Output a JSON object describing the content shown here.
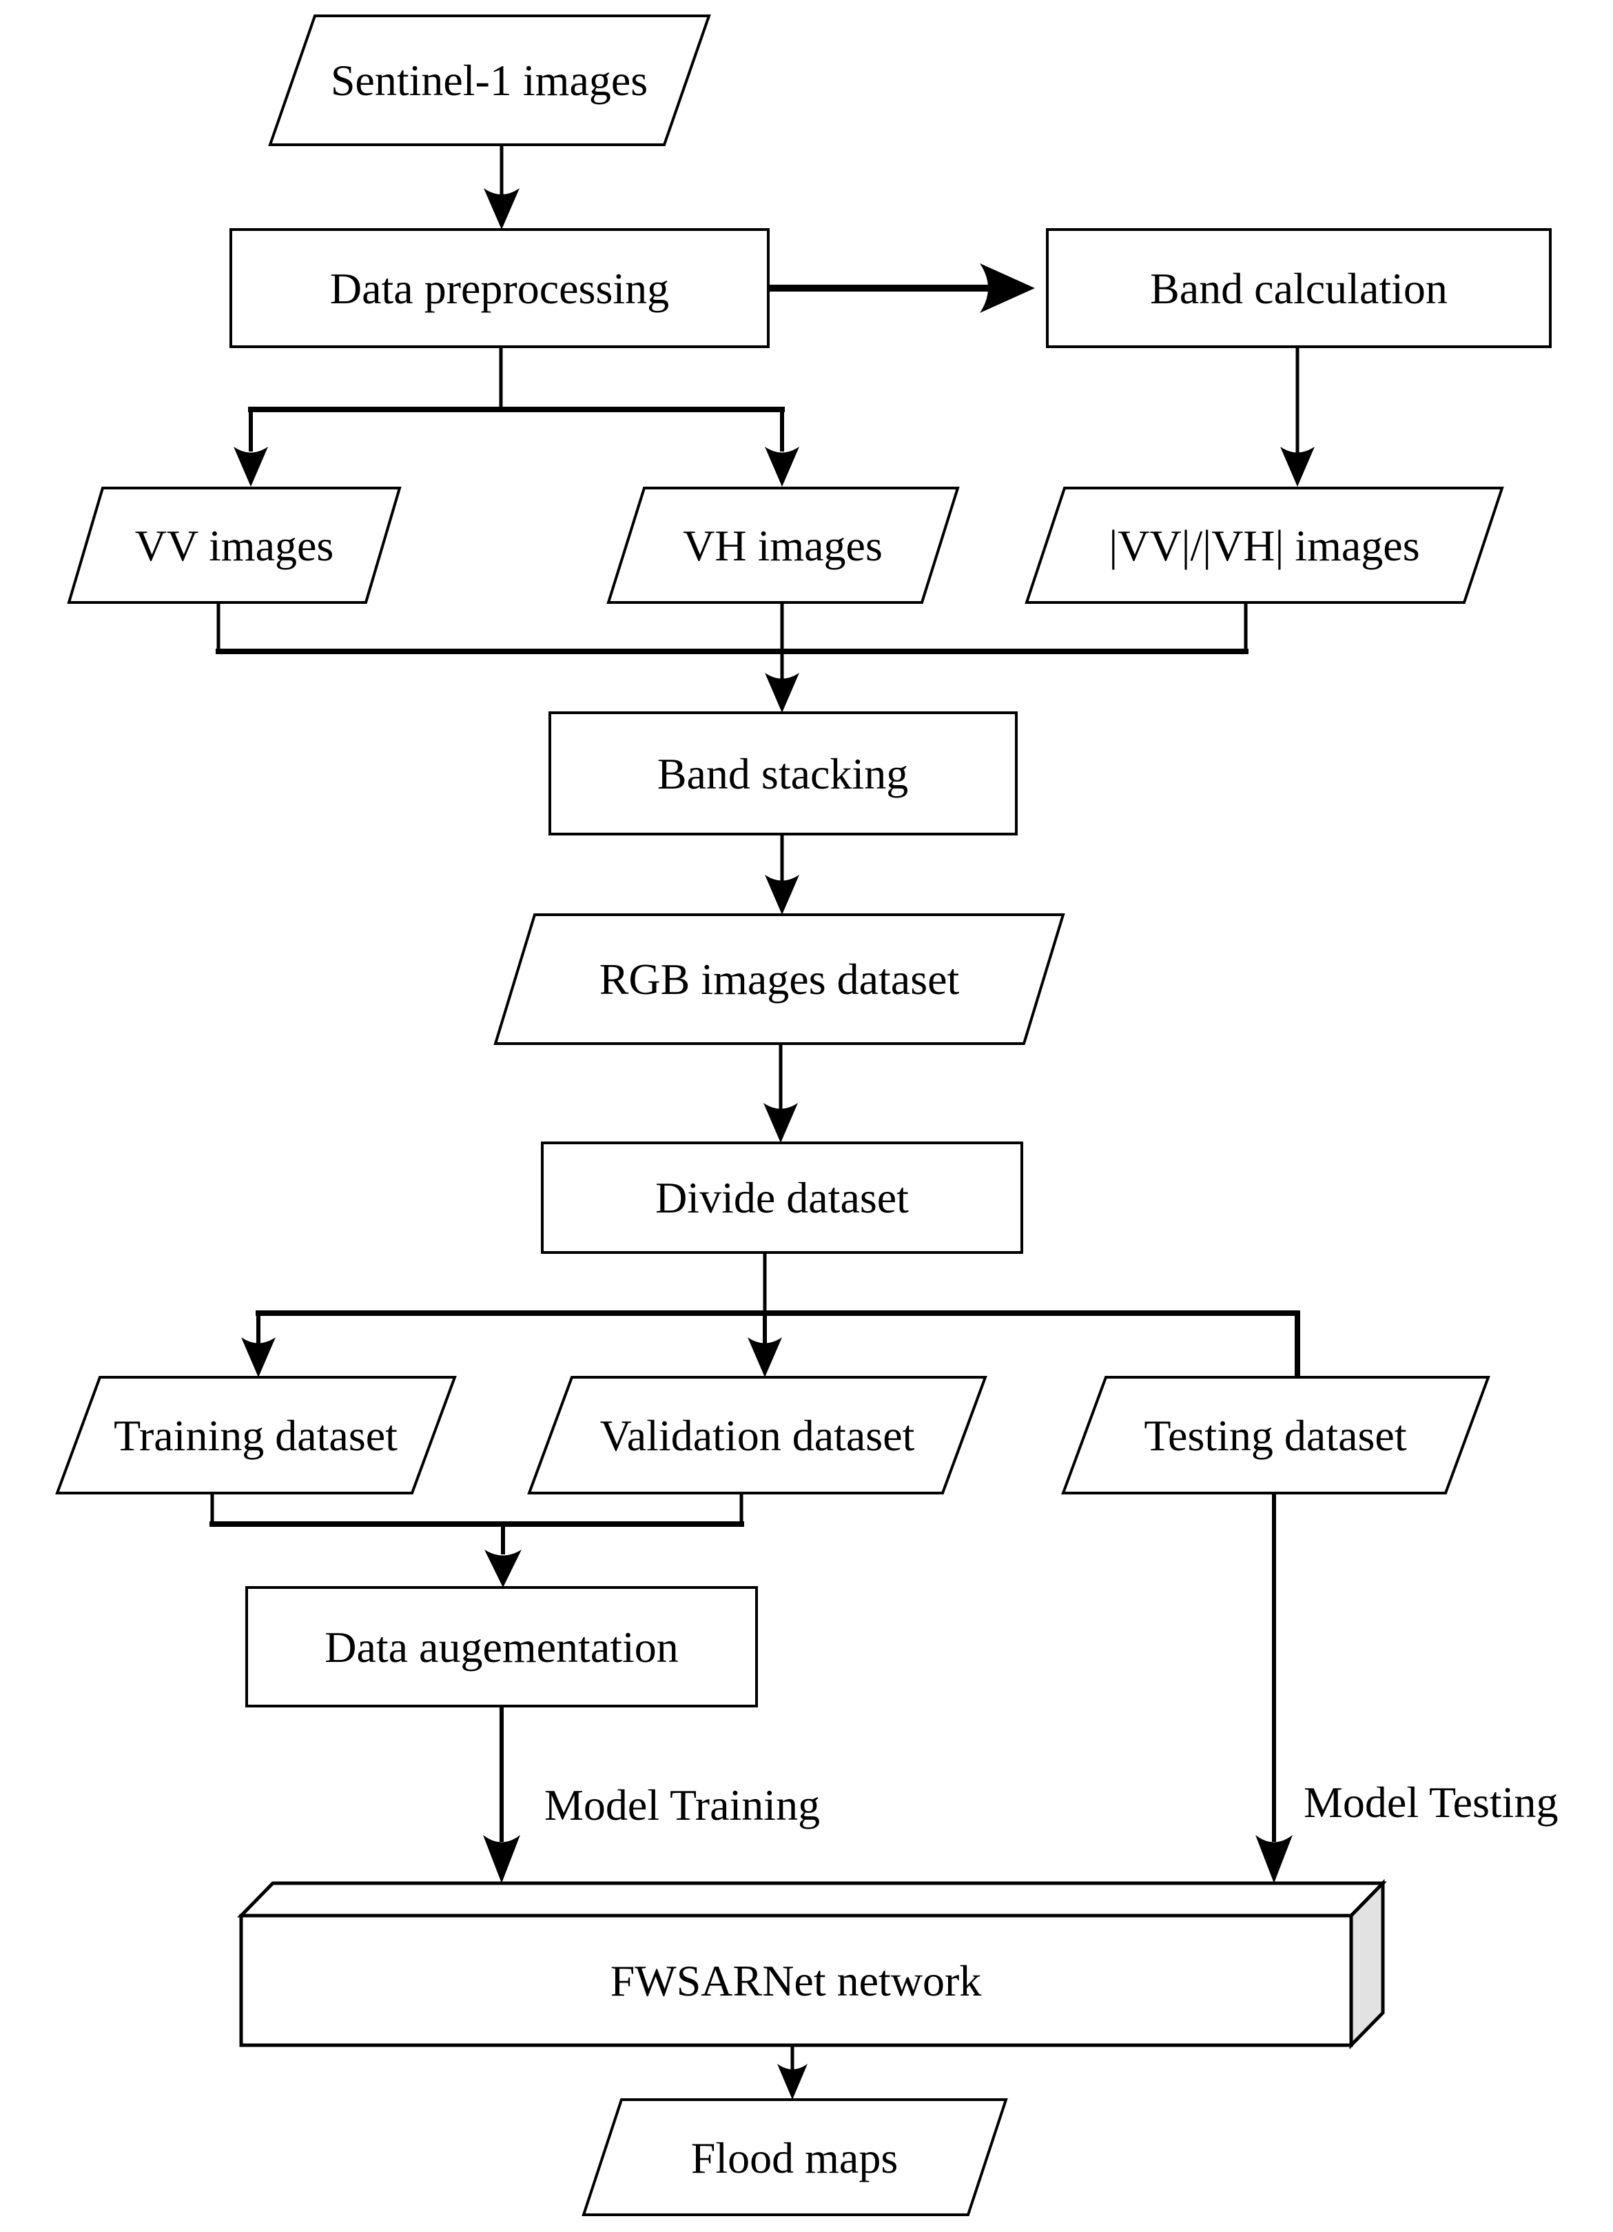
{
  "colors": {
    "line": "#000000",
    "text": "#000000",
    "shape_fill": "#ffffff",
    "box_side_fill": "#e2e2e2",
    "background": "#ffffff"
  },
  "nodes": {
    "sentinel": {
      "label": "Sentinel-1 images",
      "shape": "parallelogram"
    },
    "preprocessing": {
      "label": "Data preprocessing",
      "shape": "rectangle"
    },
    "band_calculation": {
      "label": "Band calculation",
      "shape": "rectangle"
    },
    "vv_images": {
      "label": "VV images",
      "shape": "parallelogram"
    },
    "vh_images": {
      "label": "VH images",
      "shape": "parallelogram"
    },
    "ratio_images": {
      "label": "|VV|/|VH| images",
      "shape": "parallelogram"
    },
    "band_stacking": {
      "label": "Band stacking",
      "shape": "rectangle"
    },
    "rgb_dataset": {
      "label": "RGB images dataset",
      "shape": "parallelogram"
    },
    "divide_dataset": {
      "label": "Divide dataset",
      "shape": "rectangle"
    },
    "training_dataset": {
      "label": "Training dataset",
      "shape": "parallelogram"
    },
    "validation_dataset": {
      "label": "Validation dataset",
      "shape": "parallelogram"
    },
    "testing_dataset": {
      "label": "Testing dataset",
      "shape": "parallelogram"
    },
    "data_augmentation": {
      "label": "Data augementation",
      "shape": "rectangle"
    },
    "fwsarnet": {
      "label": "FWSARNet network",
      "shape": "box3d"
    },
    "flood_maps": {
      "label": "Flood maps",
      "shape": "parallelogram"
    }
  },
  "edge_labels": {
    "model_training": "Model Training",
    "model_testing": "Model Testing"
  }
}
